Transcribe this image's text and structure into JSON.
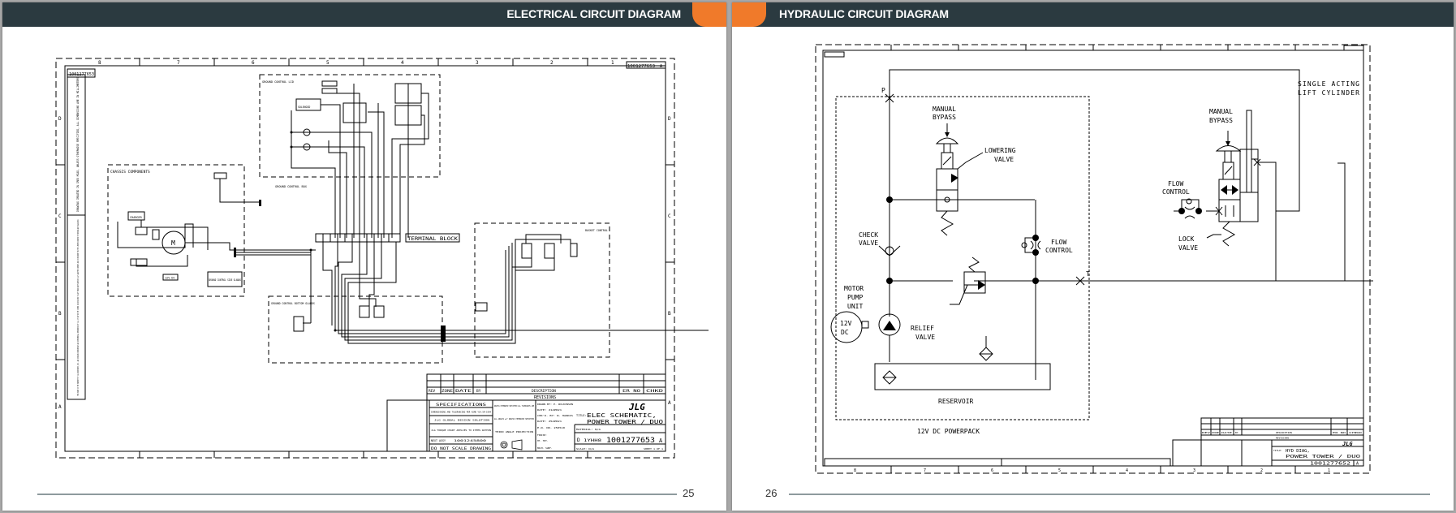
{
  "left_page": {
    "header_title": "ELECTRICAL CIRCUIT DIAGRAM",
    "page_number": "25",
    "drawing": {
      "drawing_number_box": "1001277653",
      "rev_box": "A",
      "zone_columns": [
        "8",
        "7",
        "6",
        "5",
        "4",
        "3",
        "2",
        "1"
      ],
      "zone_rows": [
        "D",
        "C",
        "B",
        "A"
      ],
      "side_note_top": "DRAWING CREATED IN CREO MCAD, UNLESS OTHERWISE SPECIFIED, ALL DIMENSIONS ARE IN MILLIMETERS",
      "side_note_bottom": "THIS PRINT IS THE PROPERTY OF JLG INDUSTRIES, INC. AND CONTAINS PROPRIETARY AND CONFIDENTIAL INFORMATION OF JLG. IT MAY NOT BE COPIED OR DISCLOSED TO ANY THIRD PARTY WITHOUT JLG'S WRITTEN CONSENT AND IS PROVIDED FOR THE LIMITED PURPOSE OF REVIEW AND EVALUATION.",
      "groups": {
        "chassis": "CHASSIS COMPONENTS",
        "ground_control_lid": "GROUND CONTROL LID",
        "ground_control_box": "GROUND CONTROL BOX",
        "ground_control_side_glands": "GROUND CONTROL SIDE GLANDS",
        "ground_control_bottom_glands": "GROUND CONTROL BOTTOM GLANDS",
        "basket_control": "BASKET CONTROL",
        "terminal_block": "TERMINAL BLOCK"
      },
      "components": {
        "motor": "M",
        "charger": "CHARGER",
        "battery": "12V DC",
        "solenoid": "SOLENOID"
      },
      "title_block": {
        "revisions_headers": [
          "REV",
          "ZONE",
          "DATE",
          "BY",
          "DESCRIPTION",
          "ER NO",
          "CHKD"
        ],
        "revisions_label": "REVISIONS",
        "specifications": "SPECIFICATIONS",
        "spec_lines": [
          "DIMENSIONING AND TOLERANCING PER ASME Y14.5M-1994",
          "JLG GLOBAL DESIGN SOLUTION",
          "JLG TORQUE CHART APPLIES TO ITEMS WITHIN"
        ],
        "next_assy_label": "NEXT ASSY",
        "next_assy_value": "1001245800",
        "do_not_scale": "DO NOT SCALE DRAWING",
        "tolerance_note": "UNLESS OTHERWISE SPECIFIED ALL TOLERANCES ARE",
        "angles_note": "ALL ANGLES ±1° UNLESS OTHERWISE SPECIFIED",
        "projection": "THIRD ANGLE PROJECTION",
        "drawn_by": "DRAWN BY: P. WILKINSON",
        "date1": "DATE: 21APR21",
        "chkd_by": "CHK'D. BY: N. HARRIS",
        "date2": "DATE: 25APR21",
        "er_no": "E.R. NO. 250510",
        "finish": "FINISH:",
        "heat_trt": "HT. TRT.",
        "mach_surf": "MACH. SURF.",
        "logo": "JLG",
        "title_label": "TITLE:",
        "title_line1": "ELEC SCHEMATIC,",
        "title_line2": "POWER TOWER / DUO",
        "material": "MATERIAL: N/A",
        "size": "D",
        "cage_code": "1YHH8",
        "dwg_no": "1001277653",
        "rev": "A",
        "scale": "SCALE: N/A",
        "sheet": "SHEET 1 OF 1"
      }
    }
  },
  "right_page": {
    "header_title": "HYDRAULIC CIRCUIT DIAGRAM",
    "page_number": "26",
    "drawing": {
      "labels": {
        "port_p": "P",
        "port_t": "T",
        "manual_bypass_1": [
          "MANUAL",
          "BYPASS"
        ],
        "lowering_valve": [
          "LOWERING",
          "VALVE"
        ],
        "check_valve": [
          "CHECK",
          "VALVE"
        ],
        "flow_control_1": [
          "FLOW",
          "CONTROL"
        ],
        "motor_pump_unit": [
          "MOTOR",
          "PUMP",
          "UNIT"
        ],
        "motor_voltage": [
          "12V",
          "DC"
        ],
        "relief_valve": [
          "RELIEF",
          "VALVE"
        ],
        "reservoir": "RESERVOIR",
        "powerpack": "12V DC POWERPACK",
        "single_acting_cylinder": [
          "SINGLE ACTING",
          "LIFT CYLINDER"
        ],
        "manual_bypass_2": [
          "MANUAL",
          "BYPASS"
        ],
        "flow_control_2": [
          "FLOW",
          "CONTROL"
        ],
        "lock_valve": [
          "LOCK",
          "VALVE"
        ]
      },
      "title_block": {
        "revisions_headers": [
          "REV",
          "ZONE",
          "DATE",
          "BY",
          "DESCRIPTION",
          "ER NO",
          "CHKD"
        ],
        "revisions_label": "REVISIONS",
        "logo": "JLG",
        "title_label": "TITLE:",
        "title_line1": "HYD DIAG,",
        "title_line2": "POWER TOWER / DUO",
        "dwg_no": "1001277652",
        "rev": "A"
      },
      "zone_columns": [
        "8",
        "7",
        "6",
        "5",
        "4",
        "3",
        "2",
        "1"
      ]
    }
  },
  "colors": {
    "header_bg": "#2b3a40",
    "accent": "#f07a2a",
    "footer_line": "#8e9a9d"
  }
}
